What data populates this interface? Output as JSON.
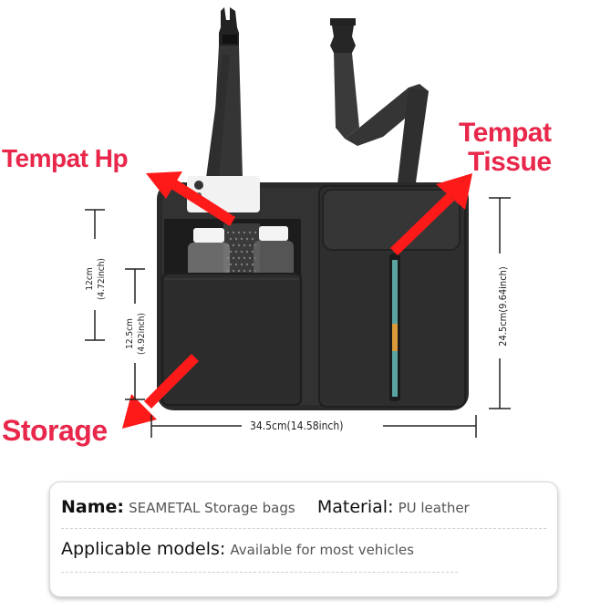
{
  "product": {
    "image_description": "Black car seat back storage organizer with two adjustable buckle straps, phone pocket with mesh, two water bottles, front storage pocket and tissue compartment",
    "colors": {
      "callout_red": "#e8274b",
      "arrow_red": "#ff1a1a",
      "bag_dark": "#2b2b2b",
      "bag_mid": "#3a3a3a"
    }
  },
  "callouts": {
    "phone": "Tempat Hp",
    "tissue_line1": "Tempat",
    "tissue_line2": "Tissue",
    "storage": "Storage"
  },
  "dimensions": {
    "phone_pocket_height": "12cm",
    "phone_pocket_height_in": "(4.72inch)",
    "storage_height": "12.5cm",
    "storage_height_in": "(4.92inch)",
    "total_height": "24.5cm(9.64inch)",
    "total_width": "34.5cm(14.58inch)"
  },
  "specs": {
    "name_label": "Name:",
    "name_value": "SEAMETAL Storage bags",
    "material_label": "Material:",
    "material_value": "PU leather",
    "models_label": "Applicable models:",
    "models_value": "Available for most vehicles"
  }
}
